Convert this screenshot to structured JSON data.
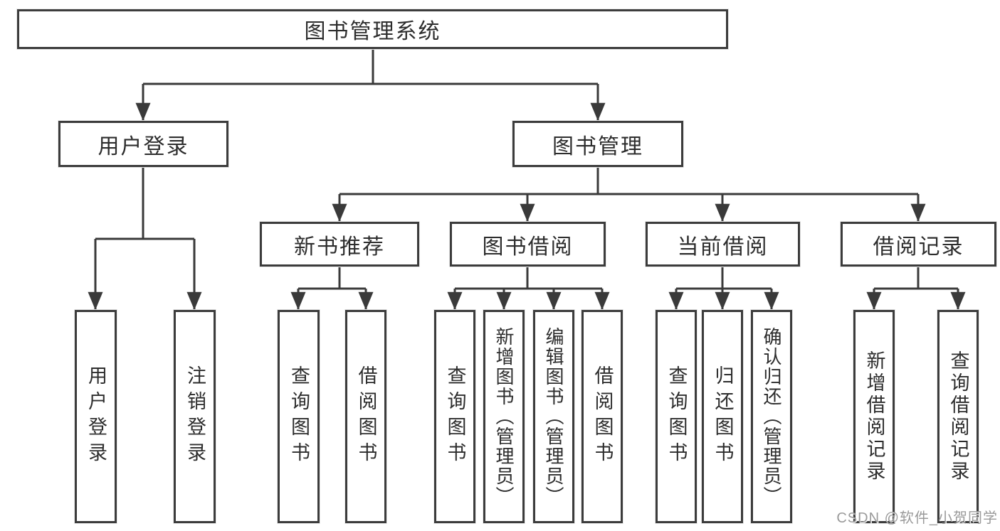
{
  "diagram": {
    "title": "图书管理系统",
    "level2": {
      "user_login": "用户登录",
      "book_mgmt": "图书管理"
    },
    "level3": {
      "new_books": "新书推荐",
      "book_borrow": "图书借阅",
      "current_borrow": "当前借阅",
      "borrow_records": "借阅记录"
    },
    "leaves": {
      "user_login": "用户登录",
      "logout": "注销登录",
      "nb_query": "查询图书",
      "nb_borrow": "借阅图书",
      "bb_query": "查询图书",
      "bb_add": "新增图书（管理员）",
      "bb_edit": "编辑图书（管理员）",
      "bb_borrow": "借阅图书",
      "cb_query": "查询图书",
      "cb_return": "归还图书",
      "cb_confirm": "确认归还（管理员）",
      "br_add": "新增借阅记录",
      "br_query": "查询借阅记录"
    }
  },
  "watermark": "CSDN @软件_小贺同学",
  "colors": {
    "line": "#3a3a3a",
    "border": "#3c3c3c",
    "text": "#2d2d2d",
    "watermark": "#9a9a9a",
    "background": "#ffffff"
  }
}
